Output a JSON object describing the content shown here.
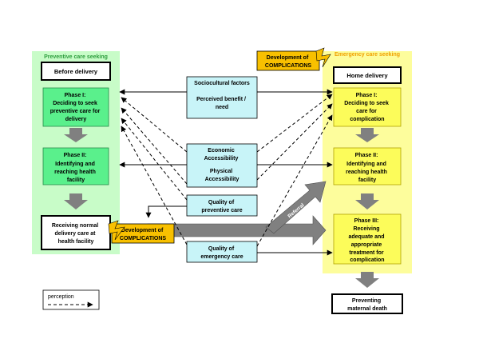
{
  "left_panel": {
    "title": "Preventive care seeking",
    "before_delivery": "Before delivery",
    "phase1": [
      "Phase I:",
      "Deciding to seek",
      "preventive care for",
      "delivery"
    ],
    "phase2": [
      "Phase II:",
      "Identifying and",
      "reaching health",
      "facility"
    ],
    "receiving": [
      "Receiving normal",
      "delivery care at",
      "health facility"
    ]
  },
  "right_panel": {
    "title": "Emergency care seeking",
    "home_delivery": "Home delivery",
    "phase1": [
      "Phase I:",
      "Deciding to seek",
      "care for",
      "complication"
    ],
    "phase2": [
      "Phase II:",
      "Identifying and",
      "reaching health",
      "facility"
    ],
    "phase3": [
      "Phase III:",
      "Receiving",
      "adequate and",
      "appropriate",
      "treatment for",
      "complication"
    ],
    "outcome": [
      "Preventing",
      "maternal death"
    ]
  },
  "factors": {
    "sociocultural": "Sociocultural factors",
    "perceived_benefit": [
      "Perceived benefit /",
      "need"
    ],
    "economic": [
      "Economic",
      "Accessibility"
    ],
    "physical": [
      "Physical",
      "Accessibility"
    ],
    "quality_preventive": [
      "Quality of",
      "preventive care"
    ],
    "quality_emergency": [
      "Quality of",
      "emergency care"
    ]
  },
  "complications": {
    "top": [
      "Development of",
      "COMPLICATIONS"
    ],
    "bottom": [
      "Development of",
      "COMPLICATIONS"
    ]
  },
  "referral_label": "Referral",
  "legend_label": "perception",
  "colors": {
    "left_panel_bg": "#c8fcc8",
    "left_title": "#2e9e3e",
    "left_box": "#5af08c",
    "right_panel_bg": "#fdfd9c",
    "right_title": "#f0a000",
    "right_box": "#fcfc5a",
    "factor_box": "#c8f4f8",
    "complication_box": "#f8c000",
    "grey_arrow": "#808080"
  }
}
